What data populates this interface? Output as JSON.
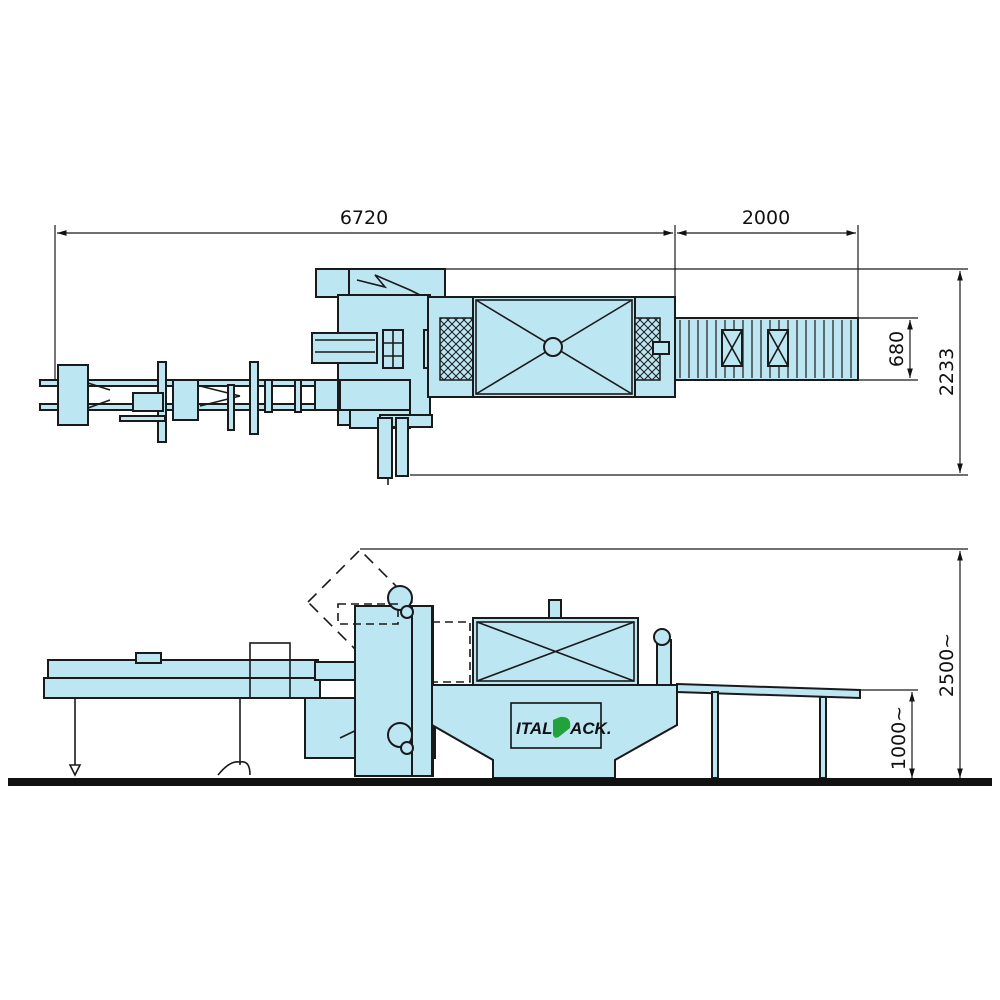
{
  "title": "Packaging machine layout drawing",
  "dimensions": {
    "overall_length": "6720",
    "conveyor_length": "2000",
    "conveyor_width": "680",
    "overall_width": "2233",
    "overall_height": "2500~",
    "working_height": "1000~"
  },
  "logo": {
    "text_left": "ITAL",
    "text_right": "ACK.",
    "brand": "ITALPACK"
  },
  "colors": {
    "machine_fill": "#bde6f3",
    "line": "#1a1a1a",
    "logo_green": "#1fa33a",
    "floor": "#111111"
  }
}
